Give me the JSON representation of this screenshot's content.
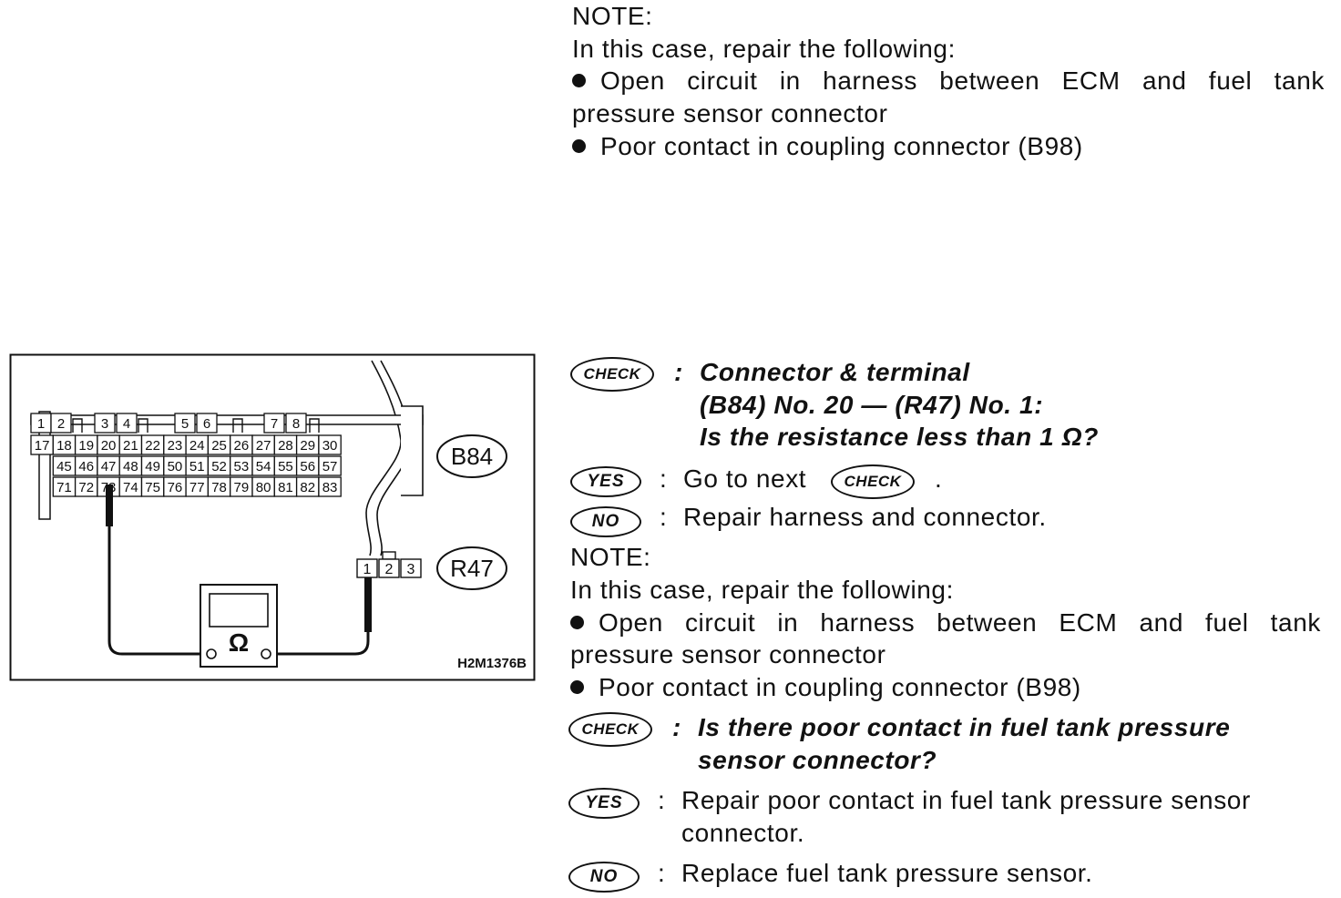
{
  "top_note": {
    "heading": "NOTE:",
    "intro": "In this case, repair the following:",
    "item1_line1": "Open circuit in harness between ECM and fuel tank",
    "item1_line2": "pressure sensor connector",
    "item2": "Poor contact in coupling connector (B98)"
  },
  "badges": {
    "check": "CHECK",
    "yes": "YES",
    "no": "NO"
  },
  "step1": {
    "check_line1": "Connector & terminal",
    "check_line2": "(B84) No. 20 — (R47) No. 1:",
    "check_line3": "Is the resistance less than 1 Ω?",
    "yes_text": "Go to next",
    "yes_end": ".",
    "no_text": "Repair harness and connector."
  },
  "second_note": {
    "heading": "NOTE:",
    "intro": "In this case, repair the following:",
    "item1_line1": "Open circuit in harness between ECM and fuel tank",
    "item1_line2": "pressure sensor connector",
    "item2": "Poor contact in coupling connector (B98)"
  },
  "step2": {
    "check_line1": "Is there poor contact in fuel tank pressure",
    "check_line2": "sensor connector?",
    "yes_line1": "Repair poor contact in fuel tank pressure sensor",
    "yes_line2": "connector.",
    "no_text": "Replace fuel tank pressure sensor."
  },
  "figure": {
    "connector_b84_label": "B84",
    "connector_r47_label": "R47",
    "figure_code": "H2M1376B",
    "ohm_symbol": "Ω",
    "b84_row1": [
      "1",
      "2",
      "",
      "3",
      "4",
      "",
      "5",
      "6",
      "",
      "7",
      "8",
      ""
    ],
    "b84_row2": [
      "17",
      "18",
      "19",
      "20",
      "21",
      "22",
      "23",
      "24",
      "25",
      "26",
      "27",
      "28",
      "29",
      "30"
    ],
    "b84_row3": [
      "",
      "45",
      "46",
      "47",
      "48",
      "49",
      "50",
      "51",
      "52",
      "53",
      "54",
      "55",
      "56",
      "57"
    ],
    "b84_row4": [
      "",
      "71",
      "72",
      "73",
      "74",
      "75",
      "76",
      "77",
      "78",
      "79",
      "80",
      "81",
      "82",
      "83"
    ],
    "r47_pins": [
      "1",
      "2",
      "3"
    ]
  },
  "colors": {
    "ink": "#111111",
    "paper": "#ffffff"
  }
}
